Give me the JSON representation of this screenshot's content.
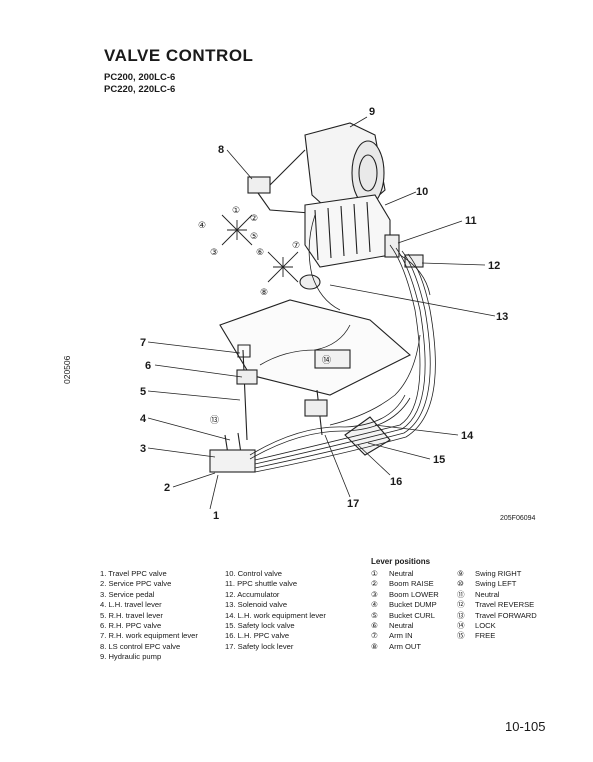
{
  "title": "VALVE CONTROL",
  "models": [
    "PC200, 200LC-6",
    "PC220, 220LC-6"
  ],
  "side_code": "020506",
  "figure_code": "205F06094",
  "page_number": "10-105",
  "callout_numbers": [
    "1",
    "2",
    "3",
    "4",
    "5",
    "6",
    "7",
    "8",
    "9",
    "10",
    "11",
    "12",
    "13",
    "14",
    "15",
    "16",
    "17"
  ],
  "diagram_circled": [
    "①",
    "②",
    "③",
    "④",
    "⑤",
    "⑥",
    "⑦",
    "⑧",
    "⑬",
    "⑭"
  ],
  "parts_col1": [
    "1. Travel PPC valve",
    "2. Service PPC valve",
    "3. Service pedal",
    "4. L.H. travel lever",
    "5. R.H. travel lever",
    "6. R.H. PPC valve",
    "7. R.H. work equipment lever",
    "8. LS control EPC valve",
    "9. Hydraulic pump"
  ],
  "parts_col2": [
    "10. Control valve",
    "11. PPC shuttle valve",
    "12. Accumulator",
    "13. Solenoid valve",
    "14. L.H. work equipment lever",
    "15. Safety lock valve",
    "16. L.H. PPC valve",
    "17. Safety lock lever"
  ],
  "lever_header": "Lever positions",
  "lever_col1": [
    {
      "mark": "①",
      "label": "Neutral"
    },
    {
      "mark": "②",
      "label": "Boom RAISE"
    },
    {
      "mark": "③",
      "label": "Boom LOWER"
    },
    {
      "mark": "④",
      "label": "Bucket DUMP"
    },
    {
      "mark": "⑤",
      "label": "Bucket CURL"
    },
    {
      "mark": "⑥",
      "label": "Neutral"
    },
    {
      "mark": "⑦",
      "label": "Arm IN"
    },
    {
      "mark": "⑧",
      "label": "Arm OUT"
    }
  ],
  "lever_col2": [
    {
      "mark": "⑨",
      "label": "Swing RIGHT"
    },
    {
      "mark": "⑩",
      "label": "Swing LEFT"
    },
    {
      "mark": "⑪",
      "label": "Neutral"
    },
    {
      "mark": "⑫",
      "label": "Travel REVERSE"
    },
    {
      "mark": "⑬",
      "label": "Travel FORWARD"
    },
    {
      "mark": "⑭",
      "label": "LOCK"
    },
    {
      "mark": "⑮",
      "label": "FREE"
    }
  ]
}
